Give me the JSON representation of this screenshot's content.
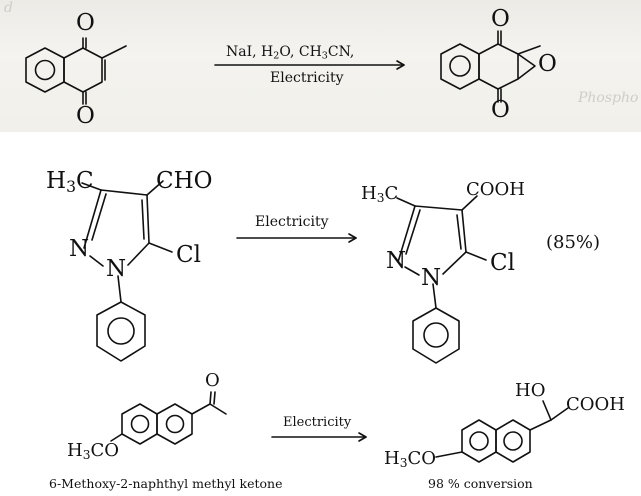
{
  "background_color": "#ffffff",
  "ink_color": "#111111",
  "reaction1": {
    "ghost_text_top": "d",
    "ghost_text_mid": "Phospho",
    "oxygen_top": "O",
    "oxygen_bottom": "O",
    "conditions_above": "NaI, H2O, CH3CN,",
    "conditions_below": "Electricity",
    "product_oxygen_top": "O",
    "product_oxygen_bottom": "O",
    "epoxide_oxygen": "O"
  },
  "reaction2": {
    "reactant_methyl": "H3C",
    "reactant_aldehyde": "CHO",
    "reactant_chloro": "Cl",
    "ring_n1": "N",
    "ring_n2": "N",
    "conditions": "Electricity",
    "product_methyl": "H3C",
    "product_acid": "COOH",
    "product_chloro": "Cl",
    "product_n1": "N",
    "product_n2": "N",
    "yield": "(85%)"
  },
  "reaction3": {
    "carbonyl_oxygen": "O",
    "methoxy": "H3CO",
    "reactant_name": "6-Methoxy-2-naphthyl methyl ketone",
    "conditions": "Electricity",
    "product_hydroxy": "HO",
    "product_acid": "COOH",
    "product_methoxy": "H3CO",
    "conversion": "98 % conversion"
  }
}
